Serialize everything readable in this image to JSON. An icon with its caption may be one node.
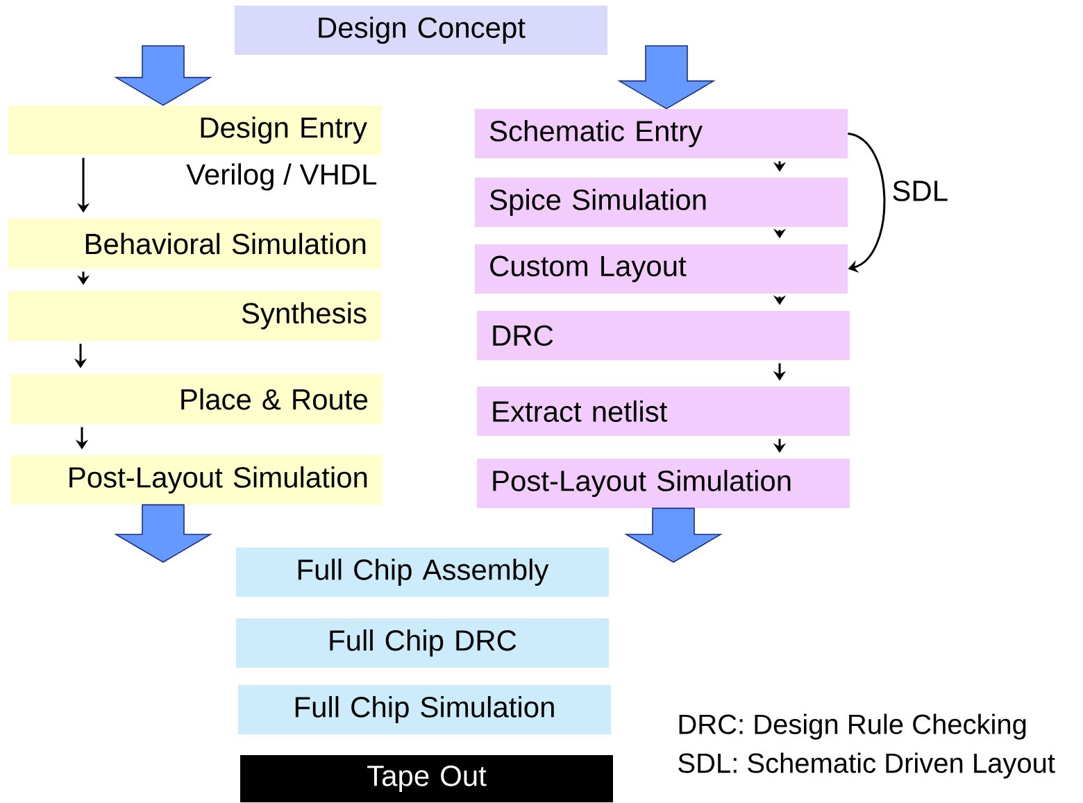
{
  "diagram": {
    "nodes": [
      {
        "text": [
          "Design Concept"
        ]
      },
      {
        "text": [
          "Design Entry"
        ],
        "beside": [
          "Verilog / VHDL"
        ]
      },
      {
        "text": [
          "Behavioral Simulation"
        ]
      },
      {
        "text": [
          "Synthesis"
        ]
      },
      {
        "text": [
          "Place & Route"
        ]
      },
      {
        "text": [
          "Post-Layout Simulation"
        ]
      },
      {
        "text": [
          "Schematic Entry"
        ]
      },
      {
        "text": [
          "Spice Simulation"
        ]
      },
      {
        "text": [
          "Custom Layout"
        ]
      },
      {
        "text": [
          "DRC"
        ]
      },
      {
        "text": [
          "Extract netlist"
        ]
      },
      {
        "text": [
          "Post-Layout Simulation"
        ]
      },
      {
        "text": [
          "Full Chip Assembly"
        ]
      },
      {
        "text": [
          "Full Chip DRC"
        ]
      },
      {
        "text": [
          "Full Chip Simulation"
        ]
      },
      {
        "text": [
          "Tape Out"
        ]
      }
    ],
    "edges": [
      {
        "from": null,
        "to": 1,
        "arrow": "to",
        "style": "thick",
        "color": "#6699ff"
      },
      {
        "from": null,
        "to": 6,
        "arrow": "to",
        "style": "thick",
        "color": "#6699ff"
      },
      {
        "from": 1,
        "to": 2,
        "arrow": "to"
      },
      {
        "from": 2,
        "to": 3,
        "arrow": "to"
      },
      {
        "from": 3,
        "to": 4,
        "arrow": "to"
      },
      {
        "from": 4,
        "to": 5,
        "arrow": "to"
      },
      {
        "from": 6,
        "to": 7,
        "arrow": "to"
      },
      {
        "from": 7,
        "to": 8,
        "arrow": "to"
      },
      {
        "from": 8,
        "to": 9,
        "arrow": "to"
      },
      {
        "from": 9,
        "to": 10,
        "arrow": "to"
      },
      {
        "from": 10,
        "to": 11,
        "arrow": "to"
      },
      {
        "from": 6,
        "to": 8,
        "arrow": "to",
        "label": "SDL"
      },
      {
        "from": 5,
        "to": null,
        "arrow": "to",
        "style": "thick",
        "color": "#6699ff"
      },
      {
        "from": 11,
        "to": null,
        "arrow": "to",
        "style": "thick",
        "color": "#6699ff"
      }
    ],
    "labels": [
      "DRC: Design Rule Checking",
      "SDL: Schematic Driven Layout"
    ]
  }
}
